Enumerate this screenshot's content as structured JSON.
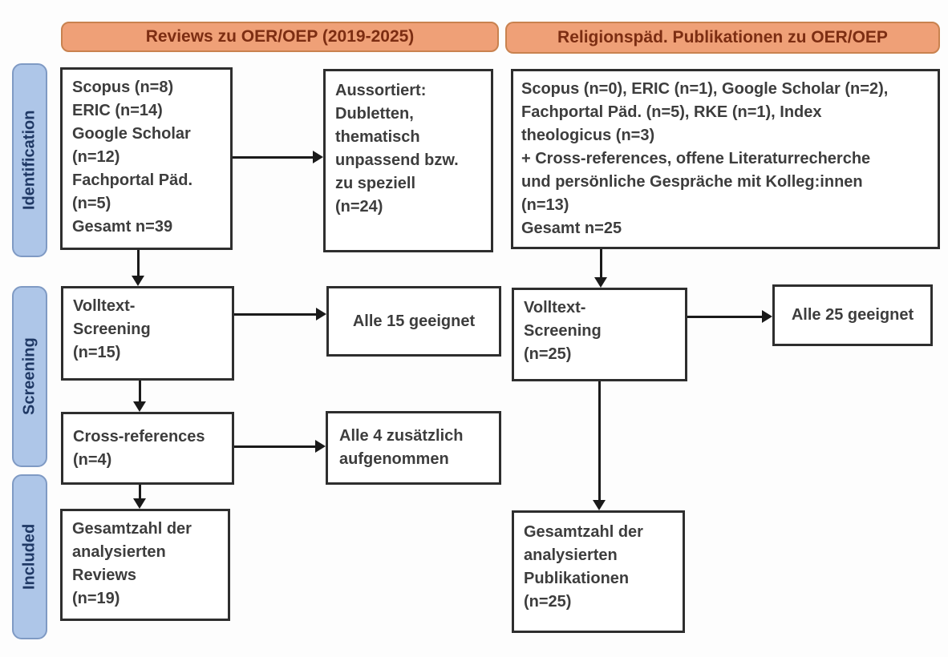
{
  "colors": {
    "header_fill": "#efa077",
    "header_border": "#c9824f",
    "header_text": "#7c2d12",
    "stage_fill": "#aec6e8",
    "stage_border": "#7f9ac4",
    "stage_text": "#1f3864",
    "box_border": "#2e2e2e",
    "box_text": "#3d3d3d",
    "arrow": "#1a1a1a"
  },
  "headers": {
    "left": "Reviews zu OER/OEP (2019-2025)",
    "right": "Religionspäd. Publikationen zu OER/OEP"
  },
  "stages": {
    "identification": "Identification",
    "screening": "Screening",
    "included": "Included"
  },
  "boxes": {
    "sources_left": {
      "lines": [
        "Scopus (n=8)",
        "ERIC (n=14)",
        "Google Scholar",
        "(n=12)",
        "Fachportal Päd.",
        "(n=5)",
        "Gesamt n=39"
      ]
    },
    "sorted_out": {
      "lines": [
        "Aussortiert:",
        "Dubletten,",
        "thematisch",
        "unpassend bzw.",
        "zu speziell",
        "(n=24)"
      ]
    },
    "sources_right": {
      "lines": [
        "Scopus (n=0), ERIC (n=1), Google Scholar (n=2),",
        "Fachportal Päd. (n=5), RKE (n=1), Index",
        "theologicus (n=3)",
        "+ Cross-references, offene Literaturrecherche",
        "und persönliche Gespräche mit Kolleg:innen",
        "(n=13)",
        "Gesamt n=25"
      ]
    },
    "fulltext_left": {
      "lines": [
        "Volltext-",
        "Screening",
        "(n=15)"
      ]
    },
    "eligible_left": {
      "lines": [
        "Alle 15 geeignet"
      ]
    },
    "fulltext_right": {
      "lines": [
        "Volltext-",
        "Screening",
        "(n=25)"
      ]
    },
    "eligible_right": {
      "lines": [
        "Alle 25 geeignet"
      ]
    },
    "crossref": {
      "lines": [
        "Cross-references",
        "(n=4)"
      ]
    },
    "crossref_added": {
      "lines": [
        "Alle 4 zusätzlich",
        "aufgenommen"
      ]
    },
    "included_left": {
      "lines": [
        "Gesamtzahl der",
        "analysierten",
        "Reviews",
        "(n=19)"
      ]
    },
    "included_right": {
      "lines": [
        "Gesamtzahl der",
        "analysierten",
        "Publikationen",
        "(n=25)"
      ]
    }
  }
}
